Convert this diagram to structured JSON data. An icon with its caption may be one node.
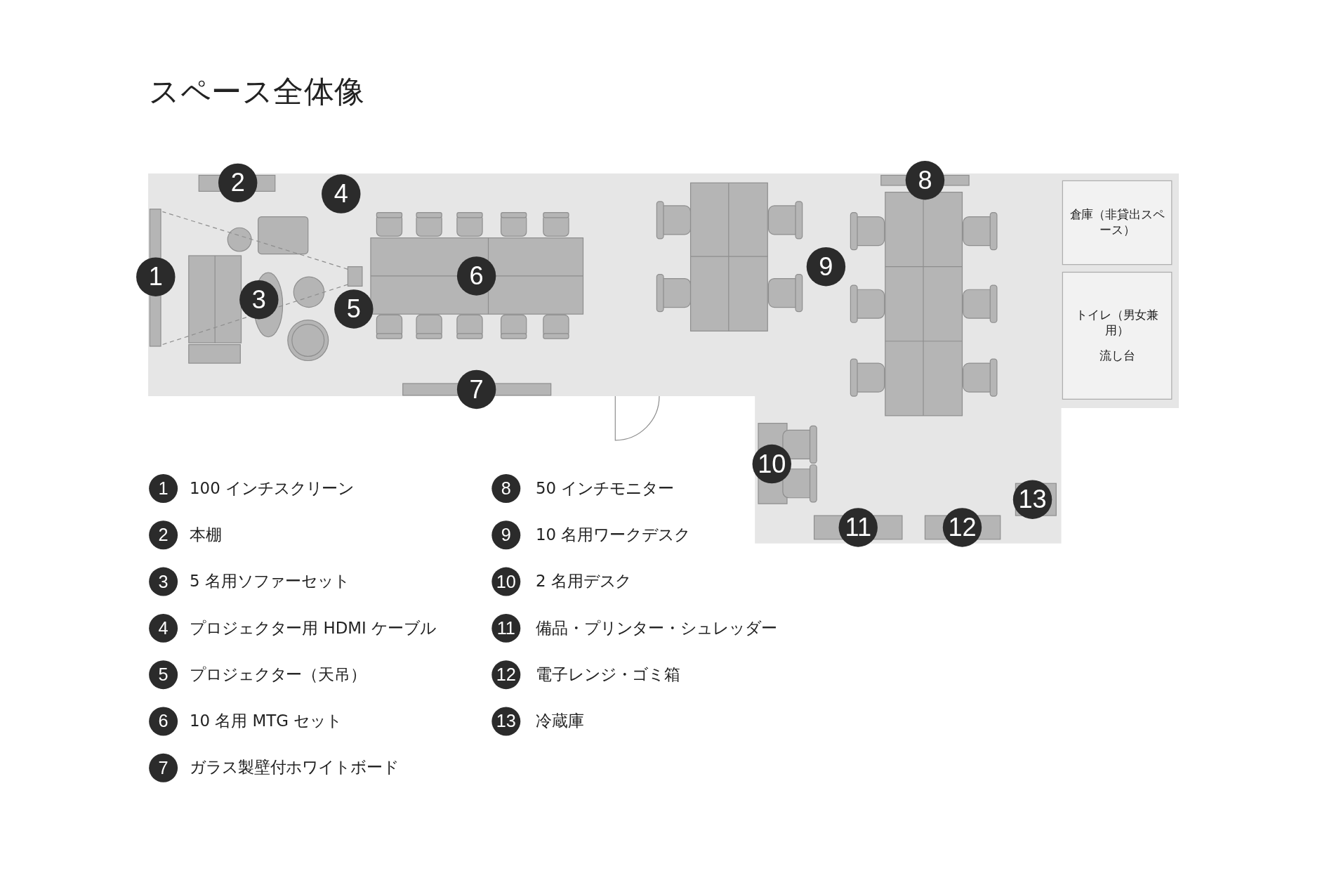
{
  "diagram": {
    "title": "スペース全体像",
    "nodes": [
      {
        "text": [
          "倉庫（非貸出スペース）"
        ]
      },
      {
        "text": [
          "トイレ（男女兼用）",
          "流し台"
        ]
      }
    ],
    "labels": [
      "1",
      "2",
      "3",
      "4",
      "5",
      "6",
      "7",
      "8",
      "9",
      "10",
      "11",
      "12",
      "13",
      "1",
      "100 インチスクリーン",
      "8",
      "50 インチモニター",
      "2",
      "本棚",
      "9",
      "10 名用ワークデスク",
      "3",
      "5 名用ソファーセット",
      "10",
      "2 名用デスク",
      "4",
      "プロジェクター用 HDMI ケーブル",
      "11",
      "備品・プリンター・シュレッダー",
      "5",
      "プロジェクター（天吊）",
      "12",
      "電子レンジ・ゴミ箱",
      "6",
      "10 名用 MTG セット",
      "13",
      "冷蔵庫",
      "7",
      "ガラス製壁付ホワイトボード"
    ]
  }
}
